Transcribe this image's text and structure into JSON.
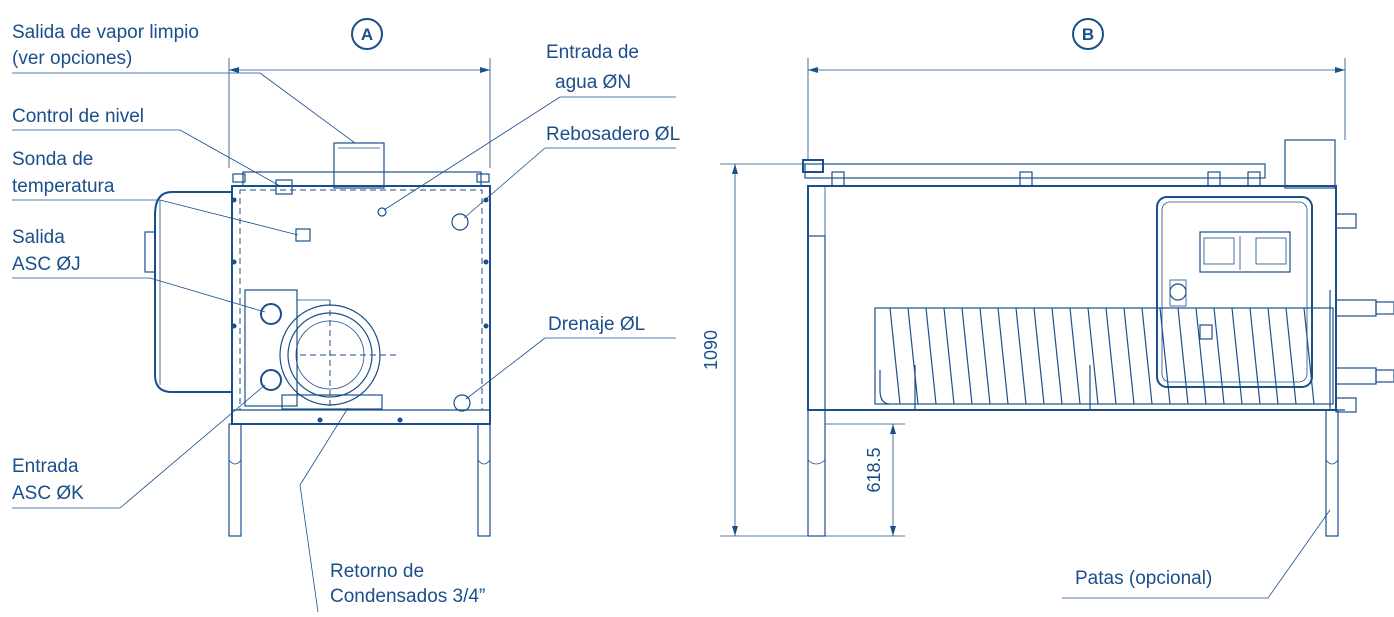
{
  "views": {
    "a": {
      "badge": "A",
      "labels": {
        "steam_outlet_line1": "Salida de vapor limpio",
        "steam_outlet_line2": "(ver opciones)",
        "level_control": "Control de nivel",
        "temp_probe_line1": "Sonda de",
        "temp_probe_line2": "temperatura",
        "asc_outlet_line1": "Salida",
        "asc_outlet_line2": "ASC ØJ",
        "asc_inlet_line1": "Entrada",
        "asc_inlet_line2": "ASC ØK",
        "water_inlet_line1": "Entrada de",
        "water_inlet_line2": "agua ØN",
        "overflow": "Rebosadero ØL",
        "drain": "Drenaje ØL",
        "condensate_line1": "Retorno de",
        "condensate_line2": "Condensados 3/4”"
      }
    },
    "b": {
      "badge": "B",
      "labels": {
        "legs": "Patas (opcional)"
      },
      "dimensions": {
        "total_height": "1090",
        "leg_height": "618.5"
      }
    }
  },
  "colors": {
    "line": "#1a4f8b",
    "background": "#ffffff"
  }
}
